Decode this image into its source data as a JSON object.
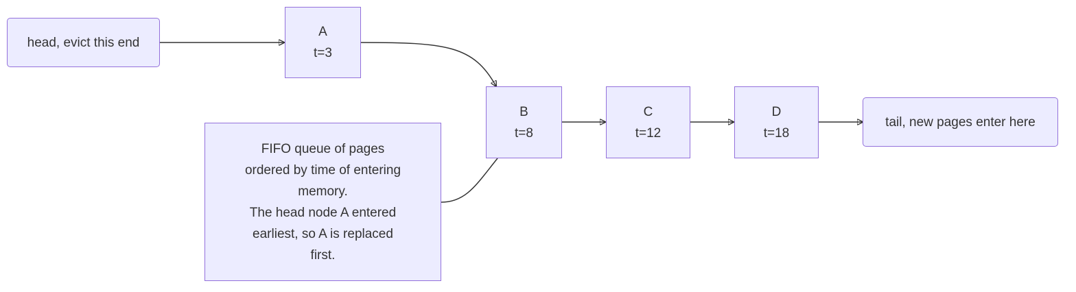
{
  "diagram": {
    "head_label": "head, evict this end",
    "tail_label": "tail, new pages enter here",
    "nodes": [
      {
        "id": "A",
        "time": "t=3"
      },
      {
        "id": "B",
        "time": "t=8"
      },
      {
        "id": "C",
        "time": "t=12"
      },
      {
        "id": "D",
        "time": "t=18"
      }
    ],
    "note_lines": [
      "FIFO queue of pages",
      "ordered by time of entering",
      "memory.",
      "The head node A entered",
      "earliest, so A is replaced",
      "first."
    ],
    "colors": {
      "node_fill": "#ECECFF",
      "node_border": "#9370DB",
      "edge": "#333333",
      "text": "#333333"
    }
  }
}
